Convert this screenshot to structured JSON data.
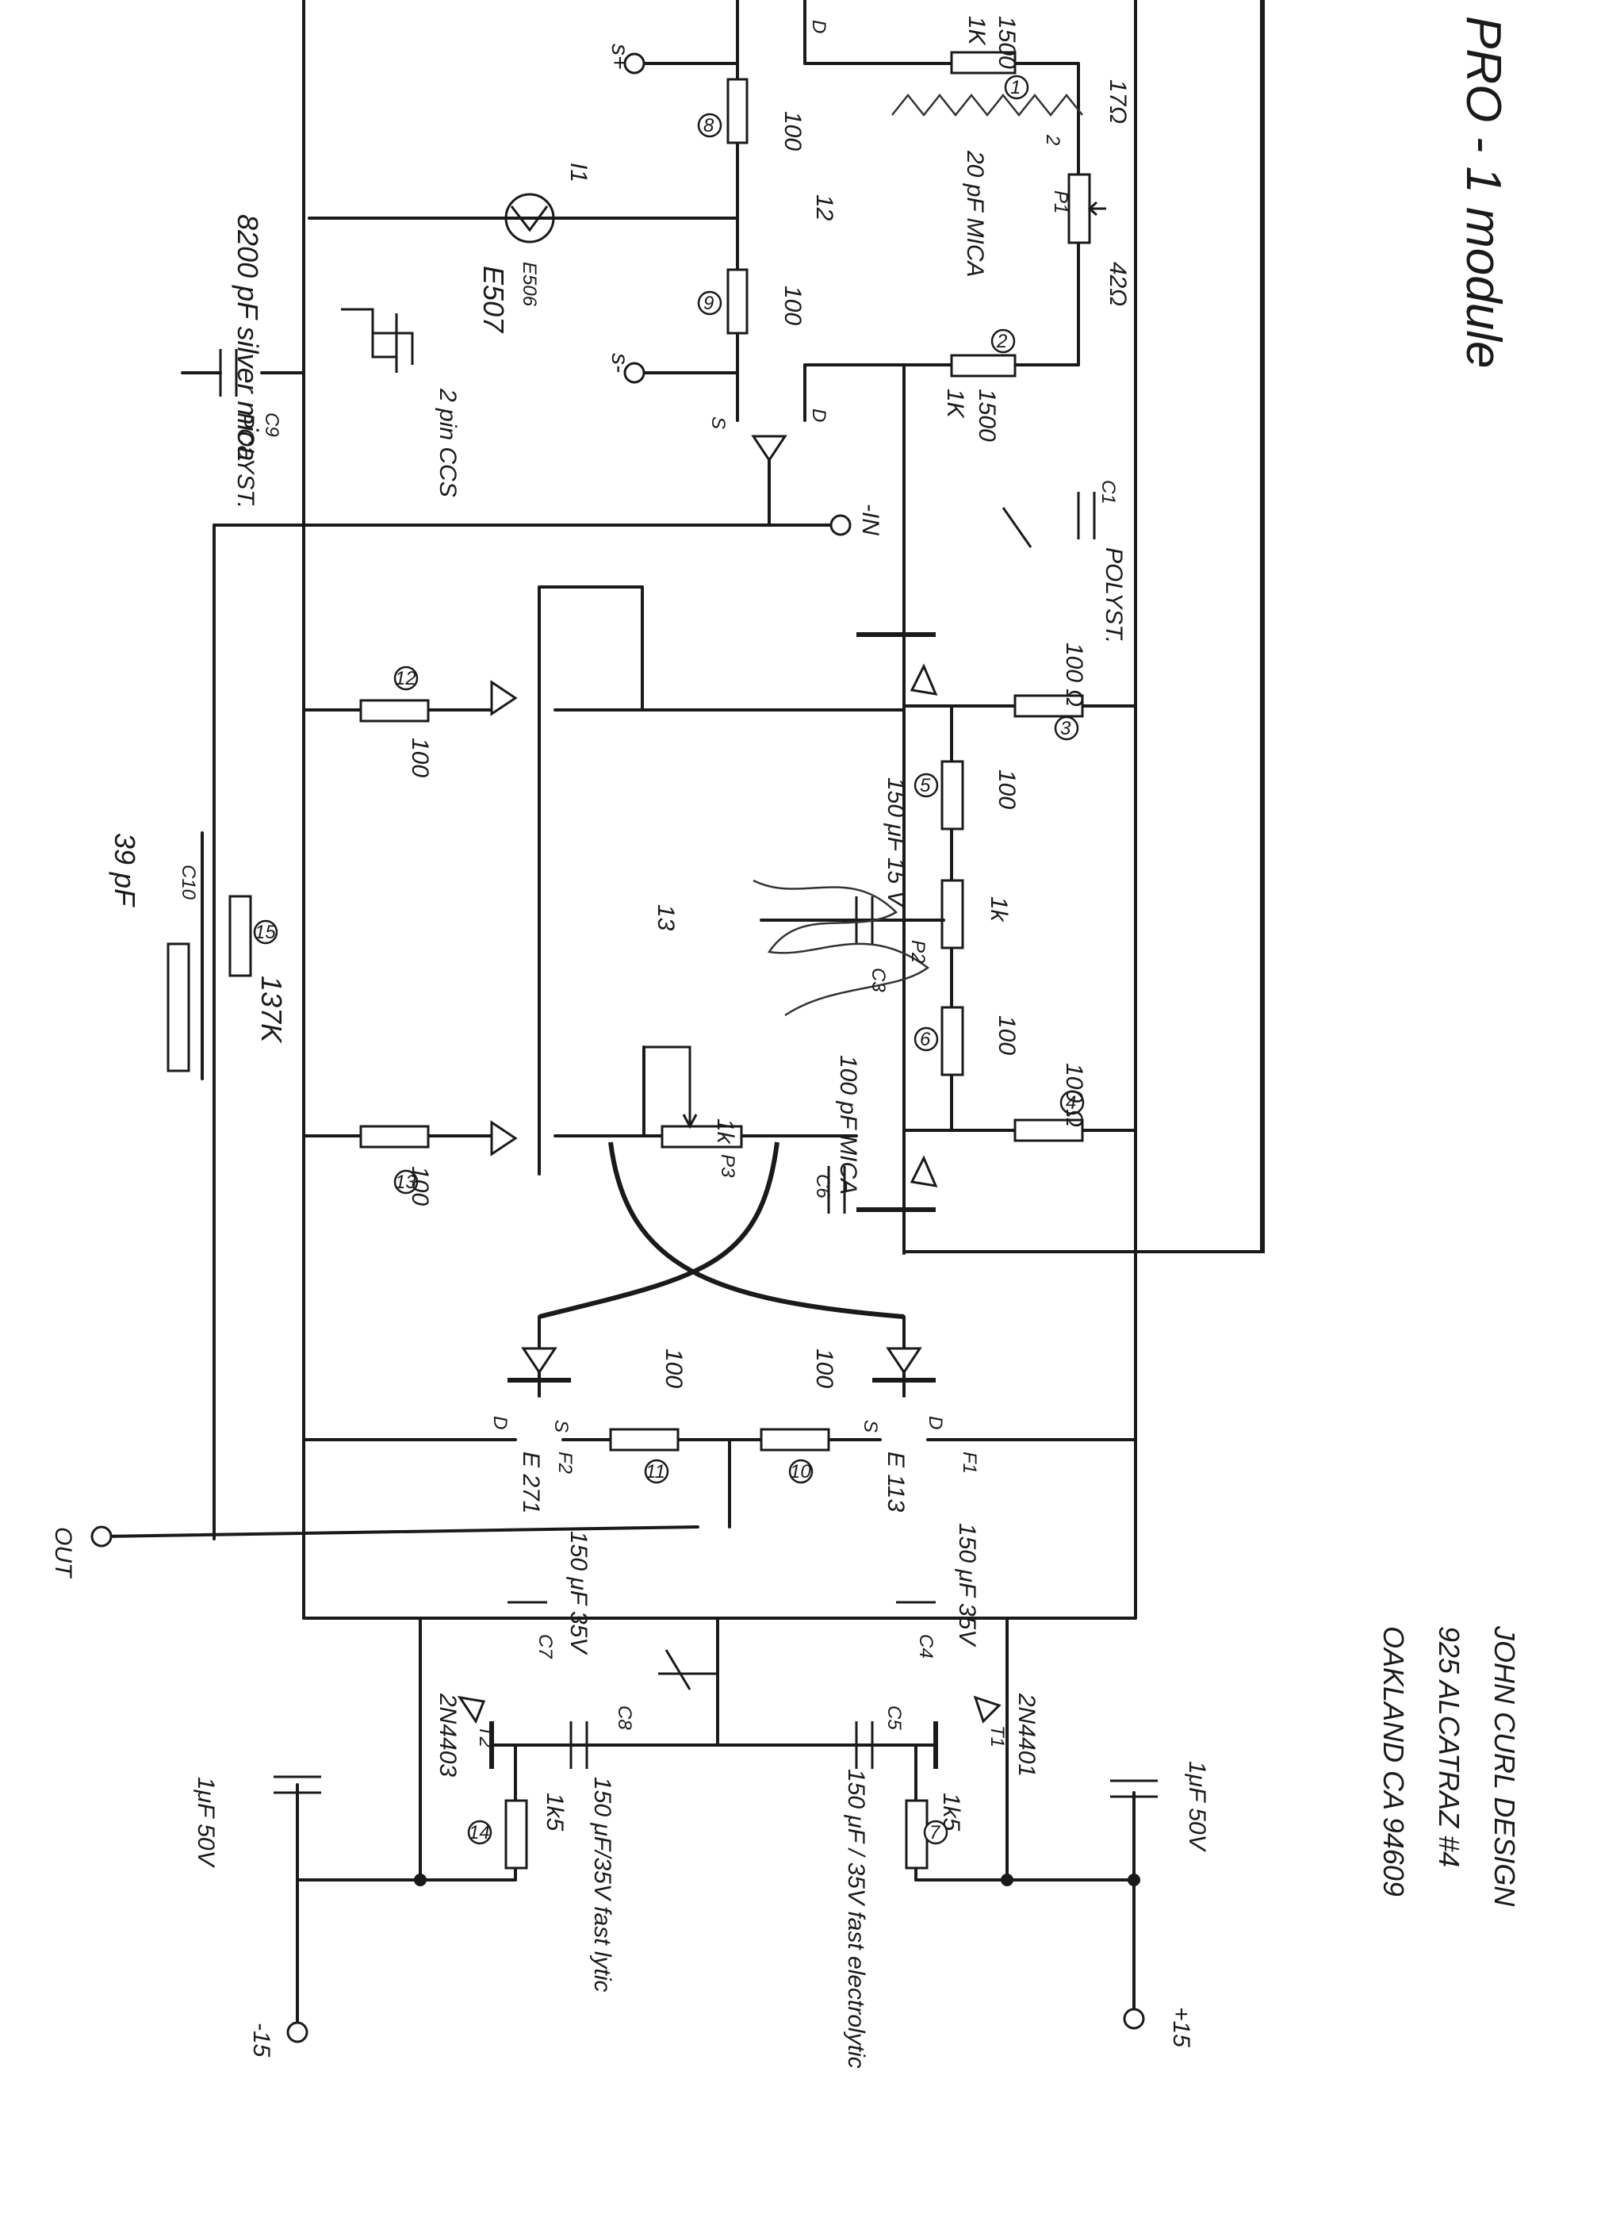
{
  "title": "PRO - 1 module",
  "designer": {
    "line1": "JOHN CURL DESIGN",
    "line2": "925 ALCATRAZ #4",
    "line3": "OAKLAND CA 94609"
  },
  "terminals": {
    "s_plus": "s+",
    "s_minus": "s-",
    "minus_in": "-IN",
    "out": "OUT",
    "plus_15": "+15",
    "minus_15": "-15"
  },
  "pin_labels": {
    "s": "S",
    "d": "D"
  },
  "resistors": [
    {
      "ref": "1",
      "value": "1500"
    },
    {
      "ref": "2",
      "value": "1500"
    },
    {
      "ref": "3",
      "value": "100"
    },
    {
      "ref": "4",
      "value": "100"
    },
    {
      "ref": "5",
      "value": "100"
    },
    {
      "ref": "6",
      "value": "100"
    },
    {
      "ref": "7",
      "value": "1k5"
    },
    {
      "ref": "8",
      "value": "100"
    },
    {
      "ref": "9",
      "value": "100"
    },
    {
      "ref": "10",
      "value": "100"
    },
    {
      "ref": "11",
      "value": "100"
    },
    {
      "ref": "12",
      "value": "100"
    },
    {
      "ref": "13",
      "value": "100"
    },
    {
      "ref": "14",
      "value": "1k5"
    },
    {
      "ref": "15",
      "value": "137K"
    }
  ],
  "annotations": {
    "r1_alt": "1K",
    "r2_alt": "1K",
    "ohm": "Ω",
    "r3_unit": "100 Ω",
    "r4_unit": "100 Ω",
    "p1": "P1",
    "p1_top": "17Ω",
    "p1_bottom": "42Ω",
    "p2": "P2",
    "p2_value": "1k",
    "p3": "P3",
    "p3_value": "1k",
    "c2": "20 pF MICA",
    "c2_ref": "2",
    "c1": "C1",
    "c1_type": "POLYST.",
    "c3": "C3",
    "c3_value": "150 μF 15 V",
    "c6": "C6",
    "c6_value": "100 pF MICA",
    "c9_top": "C9",
    "c9_type": "POLYST.",
    "c9_value": "8200 pF silver mica",
    "c10": "C10",
    "c10_value": "39 pF",
    "c4": "C4",
    "c4_value": "150 μF 35V",
    "c7": "C7",
    "c7_value": "150 μF 35V",
    "c5": "C5",
    "c5_value": "150 μF / 35V fast electrolytic",
    "c8": "C8",
    "c8_value": "150 μF/35V fast lytic",
    "bypass_top": "1μF 50V",
    "bypass_bottom": "1μF 50V",
    "j1_label": "I1",
    "j1_part": "E507",
    "j1_strike": "E506",
    "j1_note": "2 pin CCS",
    "n12": "12",
    "n13": "13",
    "f1": "F1",
    "f1_part": "E 113",
    "f2": "F2",
    "f2_part": "E 271",
    "t1": "T1",
    "t1_part": "2N4401",
    "t2": "T2",
    "t2_part": "2N4403"
  }
}
